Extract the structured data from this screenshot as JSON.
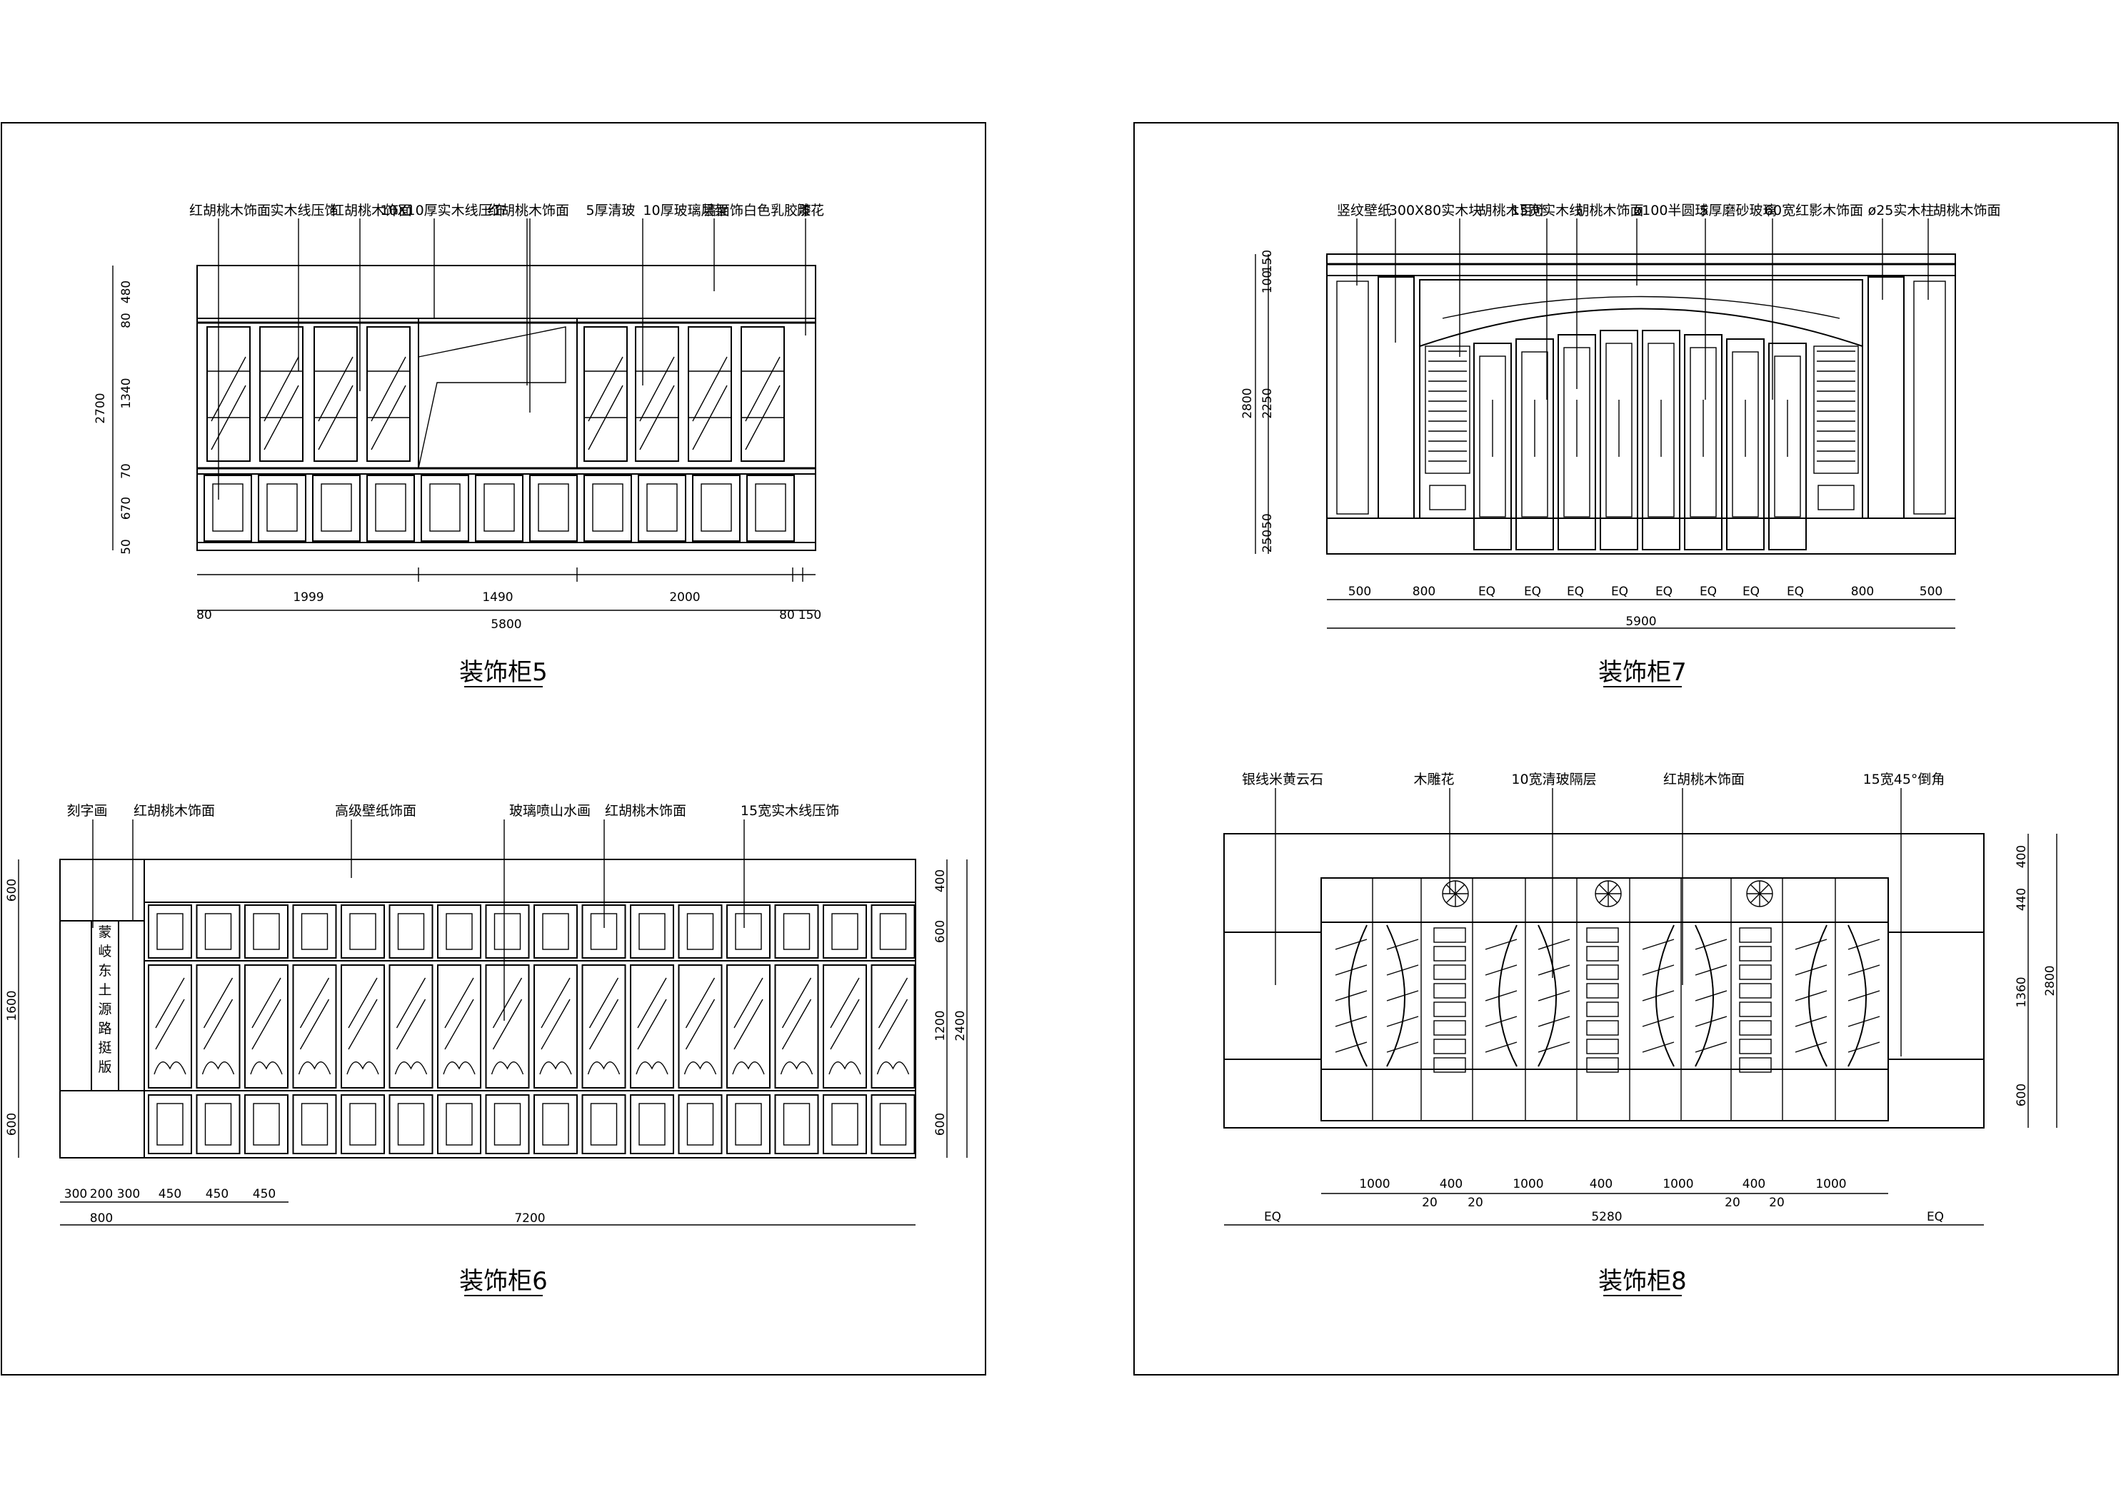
{
  "sheet": {
    "cabinets": [
      {
        "title": "装饰柜5",
        "labels": [
          "红胡桃木饰面",
          "实木线压饰",
          "红胡桃木饰面",
          "10X10厚实木线压饰",
          "红胡桃木饰面",
          "5厚清玻",
          "10厚玻璃层架",
          "墙面饰白色乳胶漆",
          "雕花"
        ],
        "vdims": [
          "480",
          "80",
          "1340",
          "70",
          "670",
          "50"
        ],
        "vtotal": "2700",
        "hdims": [
          "1999",
          "1490",
          "2000"
        ],
        "hsmall": [
          "80",
          "80",
          "150"
        ],
        "htotal": "5800"
      },
      {
        "title": "装饰柜7",
        "labels": [
          "竖纹壁纸",
          "300X80实木块",
          "胡桃木百叶",
          "15宽实木线",
          "胡桃木饰面",
          "ø100半圆球",
          "5厚磨砂玻璃",
          "60宽红影木饰面",
          "ø25实木柱",
          "胡桃木饰面"
        ],
        "vdims": [
          "150",
          "100",
          "2250",
          "50",
          "250"
        ],
        "vtotal": "2800",
        "hdims": [
          "500",
          "800",
          "EQ",
          "EQ",
          "EQ",
          "EQ",
          "EQ",
          "EQ",
          "EQ",
          "EQ",
          "800",
          "500"
        ],
        "htotal": "5900"
      },
      {
        "title": "装饰柜6",
        "labels": [
          "刻字画",
          "红胡桃木饰面",
          "高级壁纸饰面",
          "玻璃喷山水画",
          "红胡桃木饰面",
          "15宽实木线压饰"
        ],
        "calligraphy": "蒙岐东土源路挺版",
        "vdims_left": [
          "600",
          "1600",
          "600"
        ],
        "vdims_right": [
          "400",
          "600",
          "1200",
          "600"
        ],
        "vtotal": "2400",
        "hdims": [
          "300",
          "200",
          "300",
          "450",
          "450",
          "450"
        ],
        "hsub": [
          "800",
          "7200"
        ]
      },
      {
        "title": "装饰柜8",
        "labels": [
          "银线米黄云石",
          "木雕花",
          "10宽清玻隔层",
          "红胡桃木饰面",
          "15宽45°倒角"
        ],
        "vdims": [
          "400",
          "440",
          "1360",
          "600"
        ],
        "vtotal": "2800",
        "hdims": [
          "1000",
          "400",
          "1000",
          "400",
          "1000",
          "400",
          "1000"
        ],
        "hsmall": [
          "20",
          "20",
          "20",
          "20"
        ],
        "hsub": [
          "EQ",
          "5280",
          "EQ"
        ]
      }
    ]
  }
}
